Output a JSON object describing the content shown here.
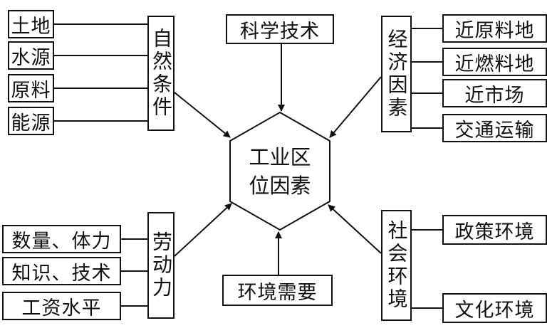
{
  "center": {
    "line1": "工业区",
    "line2": "位因素"
  },
  "top": {
    "label": "科学技术"
  },
  "bottom": {
    "label": "环境需要"
  },
  "natural": {
    "title": "自然条件",
    "items": [
      "土地",
      "水源",
      "原料",
      "能源"
    ]
  },
  "economic": {
    "title": "经济因素",
    "items": [
      "近原料地",
      "近燃料地",
      "近市场",
      "交通运输"
    ]
  },
  "labor": {
    "title": "劳动力",
    "items": [
      "数量、体力",
      "知识、技术",
      "工资水平"
    ]
  },
  "social": {
    "title": "社会环境",
    "items": [
      "政策环境",
      "文化环境"
    ]
  }
}
